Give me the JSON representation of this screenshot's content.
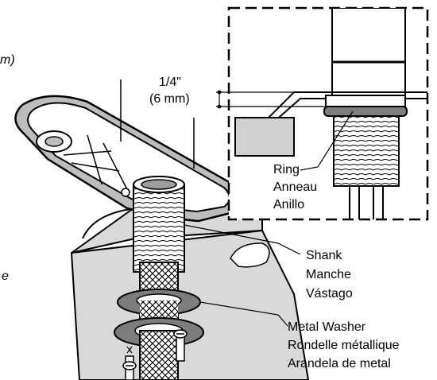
{
  "labels": {
    "dimension": {
      "imperial": "1/4\"",
      "metric": "(6 mm)"
    },
    "ring": [
      "Ring",
      "Anneau",
      "Anillo"
    ],
    "shank": [
      "Shank",
      "Manche",
      "Vástago"
    ],
    "metal_washer": [
      "Metal Washer",
      "Rondelle métallique",
      "Arandela de metal"
    ],
    "cropped": {
      "top_left": "m)",
      "left": "e"
    }
  }
}
